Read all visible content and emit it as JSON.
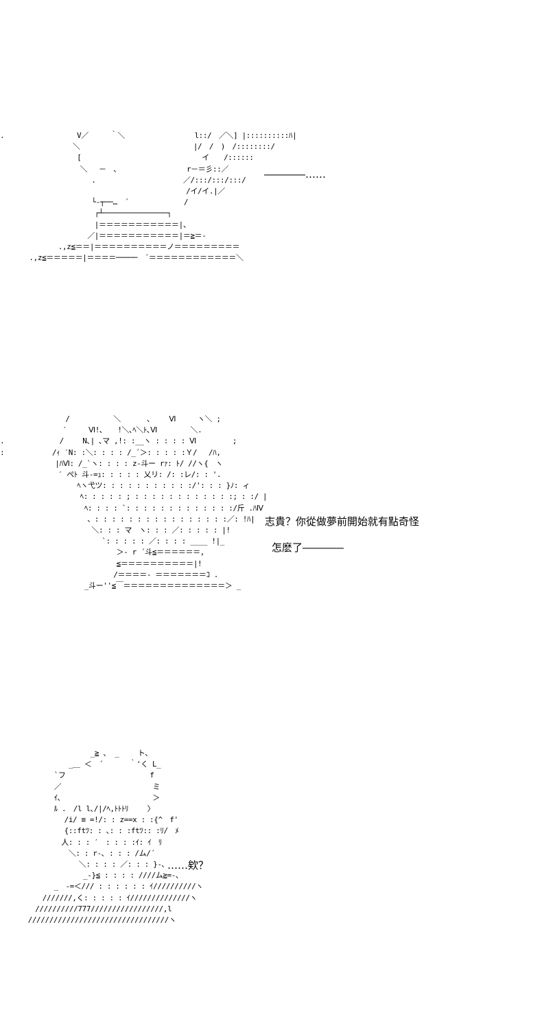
{
  "panels": [
    {
      "art": ".                 V／　　　｀＼　　　　　　　　　 l::/　／＼] |::::::::::ﾊ|\n　　　　　　　　　　＼　　　　　　　　　　　　　　　 |/　/　)　/::::::::/\n　　　　　　　　　　 [　　　　　　　　　　　　　　　　 イ　　/::::::\n　　　　　　　　　　　＼　 －　、　　　　　　　　　 r－＝彡::／\n　　　　　　　　　　　　 .　　　　　　　　　　　　／/:::/:::/:::/\n　　　　　　　　　　　　　　　　　　　　　　　　　 /イ/イ.|／\n　　　　　　　　　　　　 └-┬──…　´　　　　　　　 /\n　　　　　　　　　　　　　┌┴───────────────┐\n　　　　　　　　　　　　　|＝＝＝＝＝＝＝＝＝＝＝|、\n　　　　　　　　　　　　／|＝＝＝＝＝＝＝＝＝＝＝|＝≧＝-\n　　　　　　　　.,z≦＝＝|＝＝＝＝＝＝＝＝＝＝ノ＝＝＝＝＝＝＝＝＝\n　　　　.,z≦＝＝＝＝＝|＝＝＝＝─────　´＝＝＝＝＝＝＝＝＝＝＝＝＼",
      "dialog": [
        "――――……"
      ]
    },
    {
      "art": "　　　　　　　　　/　　　　　　＼　　　 、　　 Ⅵ　　　ヽ＼ ;\n　　　　　　　　 ′　　　Ⅵ!､　　!＼､ﾍ＼ﾄ､Ⅵ　　　　 ＼.\n.　　　　　　　 /　　 N､| ､マ ,!: :__ヽ : : : : Ⅵ　　　　　;\n:　　　　　　 /ｨ ′N: :＼: : : : /_´＞: : : : :Ｙ/　 /ﾊ,\n　　　　　　　 |ﾊⅥ: /_`ヽ: : : : z-斗ー rｧ: ﾄ/ //ヽ{　ヽ\n　　　　　　　　′ ぺﾄ 斗-=ｭ: : : : : 乂リ: /: :レ/: : '.\n　　　　　　　　　　 ﾍヽ弋ツ: : : : : : : : : : :/': : : }ﾉ: ィ\n　　　　　　　　　　　ﾍ: : : : : ; : : : : : : : : : : : :; : :/ |\n　　　　　　　　　　　 ﾍ: : : : `: : : : : : : : : : : : :/斤 .ﾊⅣ\n　　　　　　　　　　　　、: : : : : : : : : : : : : : : :／: !ﾊ|\n　　　　　　　　　　　　 ＼: : : マ　ヽ: : : ／: : : : : |!\n　　　　　　　　　　　　　　`: : : : : ／: : : : ____ !|_\n　　　　　　　　　　　　　　　　＞- r ´斗≦＝＝＝＝＝＝,\n　　　　　　　　　　　　　　　　≦＝＝＝＝＝＝＝＝＝＝|!\n　　　　　　　　　　　　　　　 /＝＝＝＝- ＝＝＝＝＝＝＝ｺ .\n　　　　　　　　　　　 _斗ー''≦￣＝＝＝＝＝＝＝＝＝＝＝＝＝＝＞ _",
      "dialog": [
        "志貴？你從做夢前開始就有點奇怪",
        "怎麽了――――"
      ]
    },
    {
      "art": "　　　　　　　　　 _≧ 、 _　　 ト、\n　　　　　　 _＿ ＜　´　　　 ｀'く L_\n　　　　 `フ　　　　　　　　　　　 f\n　　　　 ／　　　　　　　　　　　　 ミ\n　　　　 ｲ､　　　　　　　　　　　　 ＞\n　　　　 ﾙ .　/l l､/|/ﾍ,ﾄﾄﾄﾘ　　 〉\n　　　　　　/i/ ≡ =!/: : z==x : :{^　f'\n　　　　　　{::ftﾂ: : ､: : :ftﾂ:: :ﾘ/　ﾒ\n　　　　　 人: : : ′　: : : :ｲ: ｲ　ﾘ\n　　　　　　 ＼: : r-､ : : : /ム/´\n　　　　　　　　＼: : : : ／: : : }-､\n　　　　　　　　 _-}≦ : : : : ////ム≧=-､\n　　　　 _　-=＜/// : : : : : : ｲ//////////ヽ\n　　　///////,く: : : : : ｲ//////////////ヽ\n　　//////////777/////////////////,l\n　/////////////////////////////////ヽ",
      "dialog": [
        "……欸？"
      ]
    }
  ]
}
